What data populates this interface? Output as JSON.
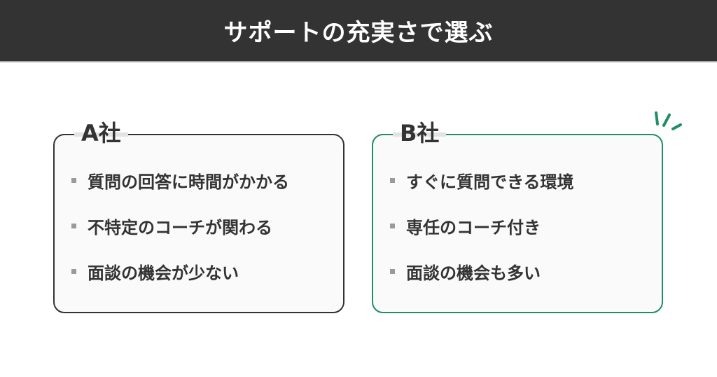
{
  "header": {
    "title": "サポートの充実さで選ぶ",
    "background_color": "#333333"
  },
  "cards": [
    {
      "label": "A社",
      "border_color": "#333333",
      "items": [
        "質問の回答に時間がかかる",
        "不特定のコーチが関わる",
        "面談の機会が少ない"
      ]
    },
    {
      "label": "B社",
      "border_color": "#1f8f63",
      "highlight_icon": "sparkle-icon",
      "items": [
        "すぐに質問できる環境",
        "専任のコーチ付き",
        "面談の機会も多い"
      ]
    }
  ]
}
